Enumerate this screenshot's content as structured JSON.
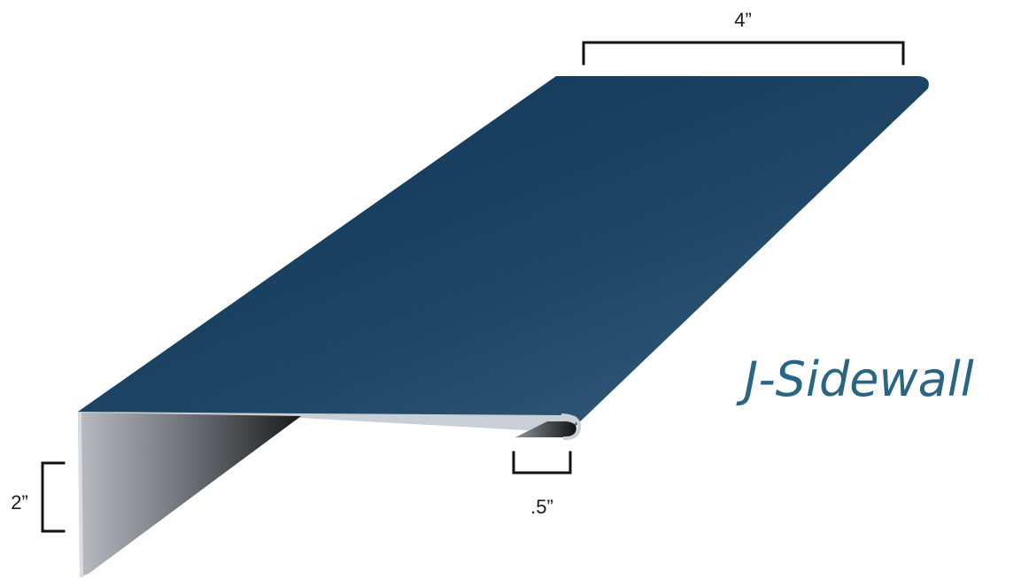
{
  "diagram": {
    "title": "J-Sidewall",
    "dimensions": {
      "top_width": "4”",
      "side_height": "2”",
      "hem_width": ".5”"
    }
  },
  "colors": {
    "panel_dark": "#0e3454",
    "panel_light": "#3a6280",
    "title": "#2a6583",
    "edge_light": "#c9cfd6",
    "underside_dark": "#1a1a1a",
    "underside_light": "#b8bcc2",
    "bracket": "#111111"
  }
}
